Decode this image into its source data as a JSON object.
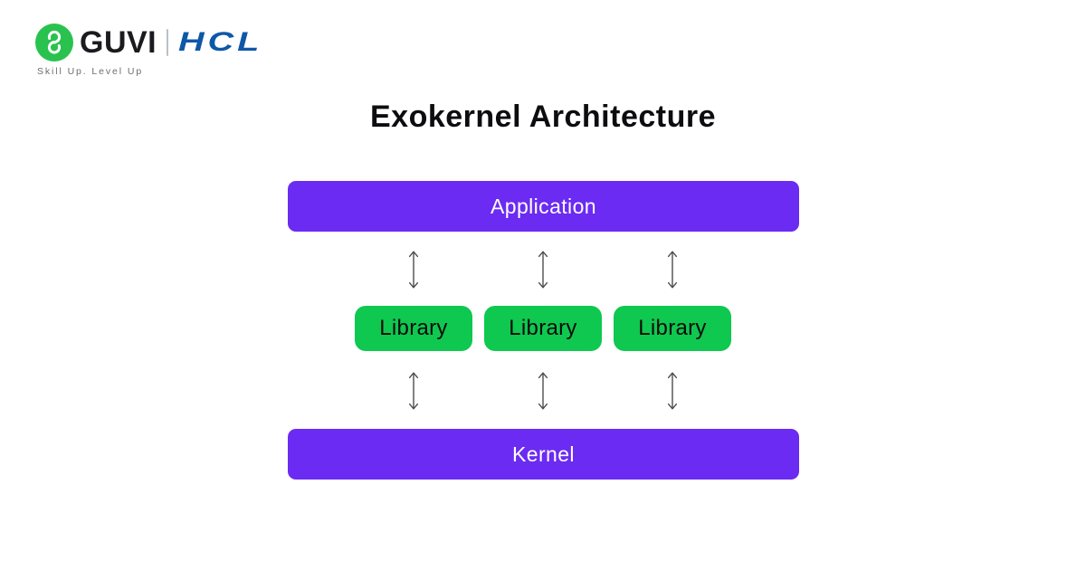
{
  "header": {
    "guvi_label": "GUVI",
    "hcl_label": "HCL",
    "tagline": "Skill Up. Level Up",
    "logo_icon": "guvi-g-icon",
    "colors": {
      "logo_green": "#2AC24E",
      "guvi_text": "#1B1B1F",
      "hcl_blue": "#0E57A8",
      "tagline_gray": "#6E6E6E"
    }
  },
  "title": "Exokernel Architecture",
  "diagram": {
    "top_layer": {
      "label": "Application"
    },
    "libraries": [
      {
        "label": "Library"
      },
      {
        "label": "Library"
      },
      {
        "label": "Library"
      }
    ],
    "bottom_layer": {
      "label": "Kernel"
    },
    "arrow_icon": "double-headed-vertical-arrow",
    "colors": {
      "layer_purple": "#6B2BF2",
      "layer_text": "#FFFFFF",
      "library_green": "#0FC850",
      "library_text": "#0B0B0B",
      "arrow_gray": "#4D4D4D"
    }
  }
}
